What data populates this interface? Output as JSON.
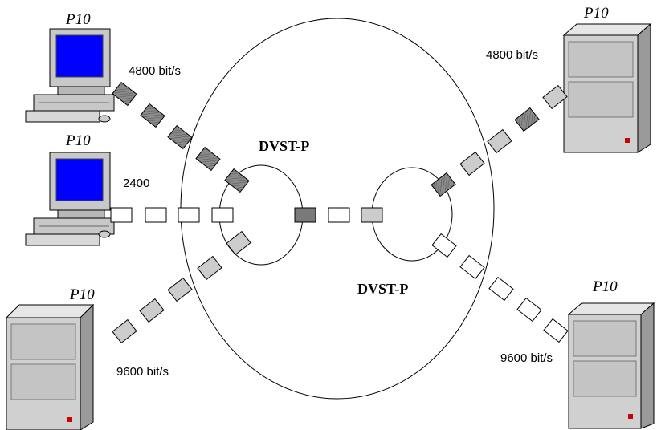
{
  "diagram": {
    "devices": {
      "pc_top_left_label": "P10",
      "pc_mid_left_label": "P10",
      "server_bottom_left_label": "P10",
      "server_top_right_label": "P10",
      "server_bottom_right_label": "P10"
    },
    "links": {
      "top_left_rate": "4800 bit/s",
      "mid_left_rate": "2400",
      "bottom_left_rate": "9600 bit/s",
      "top_right_rate": "4800 bit/s",
      "bottom_right_rate": "9600 bit/s"
    },
    "nodes": {
      "left_node_label": "DVST-P",
      "right_node_label": "DVST-P"
    },
    "colors": {
      "dark_packet": "#7a7a7a",
      "light_packet": "#cccccc",
      "empty_packet": "#ffffff",
      "monitor_screen": "#0000ff",
      "cabinet": "#d0d0d0"
    }
  }
}
